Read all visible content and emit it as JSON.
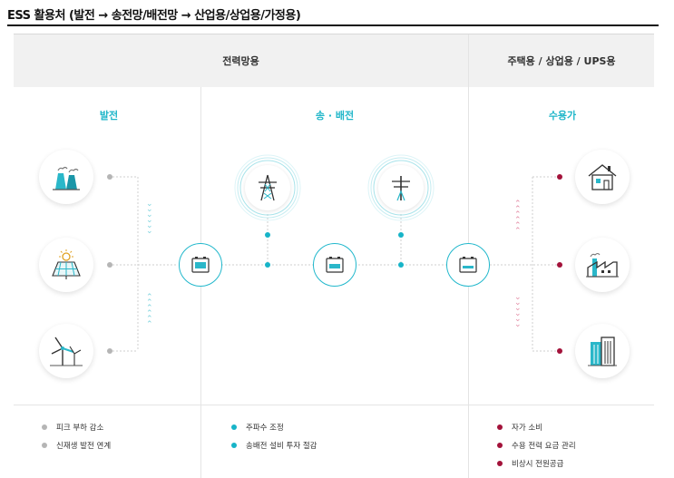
{
  "title": "ESS 활용처 (발전 → 송전망/배전망 → 산업용/상업용/가정용)",
  "headers": {
    "grid": "전력망용",
    "customer": "주택용 / 상업용 / UPS용"
  },
  "sections": {
    "generation": "발전",
    "transmission": "송 · 배전",
    "consumer": "수용가"
  },
  "bullets": {
    "generation": [
      "피크 부하 감소",
      "신재생 발전 연계"
    ],
    "transmission": [
      "주파수 조정",
      "송배전 설비 투자 절감"
    ],
    "consumer": [
      "자가 소비",
      "수용 전력 요금 관리",
      "비상시 전원공급"
    ]
  },
  "icons": {
    "generation": [
      "power-plant-icon",
      "solar-panel-icon",
      "wind-turbine-icon"
    ],
    "transmission": [
      "transmission-tower-icon",
      "distribution-pole-icon"
    ],
    "ess": "battery-icon",
    "consumer": [
      "house-icon",
      "factory-icon",
      "building-icon"
    ]
  },
  "colors": {
    "accent": "#1fb6c9",
    "generation_dot": "#b5b5b5",
    "transmission_dot": "#17b4c8",
    "consumer_dot": "#a3123a",
    "header_bg": "#f1f1f1"
  }
}
